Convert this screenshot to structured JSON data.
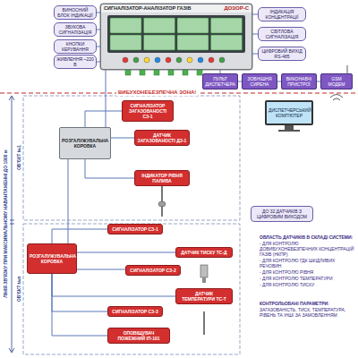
{
  "diagram": {
    "nodes": [
      {
        "text": [
          "СИГНАЛІЗАТОР-АНАЛІЗАТОР ГАЗІВ",
          "ДОЗОР-С"
        ]
      },
      {
        "text": [
          "ВИНОСНИЙ БЛОК ІНДИКАЦІЇ"
        ]
      },
      {
        "text": [
          "ЗВУКОВА СИГНАЛІЗАЦІЯ"
        ]
      },
      {
        "text": [
          "КНОПКИ КЕРУВАННЯ"
        ]
      },
      {
        "text": [
          "ЖИВЛЕННЯ ~220 В"
        ]
      },
      {
        "text": [
          "ІНДИКАЦІЯ КОНЦЕНТРАЦІЇ"
        ]
      },
      {
        "text": [
          "СВІТЛОВА СИГНАЛІЗАЦІЯ"
        ]
      },
      {
        "text": [
          "ЦИФРОВИЙ ВИХІД RS-485"
        ]
      },
      {
        "text": [
          "ПУЛЬТ ДИСПЕТЧЕРА"
        ]
      },
      {
        "text": [
          "ЗОВНІШНЯ СИРЕНА"
        ]
      },
      {
        "text": [
          "ВИКОНАВЧІ ПРИСТРОЇ"
        ]
      },
      {
        "text": [
          "GSM МОДЕМ"
        ]
      },
      {
        "text": [
          "ДИСПЕТЧЕРСЬКИЙ КОМП'ЮТЕР"
        ]
      },
      {
        "text": [
          "РОЗГАЛУЖУВАЛЬНА КОРОБКА"
        ]
      },
      {
        "text": [
          "СИГНАЛІЗАТОР ЗАГАЗОВАНОСТІ СЗ-1"
        ]
      },
      {
        "text": [
          "ДАТЧИК ЗАГАЗОВАНОСТІ ДЗ-1"
        ]
      },
      {
        "text": [
          "ІНДИКАТОР РІВНЯ ПАЛИВА"
        ]
      },
      {
        "text": [
          "РОЗГАЛУЖУВАЛЬНА КОРОБКА"
        ]
      },
      {
        "text": [
          "СИГНАЛІЗАТОР СЗ-1"
        ]
      },
      {
        "text": [
          "СИГНАЛІЗАТОР СЗ-2"
        ]
      },
      {
        "text": [
          "СИГНАЛІЗАТОР СЗ-3"
        ]
      },
      {
        "text": [
          "ДАТЧИК ТИСКУ ТС-Д"
        ]
      },
      {
        "text": [
          "ДАТЧИК ТЕМПЕРАТУРИ ТС-Т"
        ]
      },
      {
        "text": [
          "ОПОВІЩУВАЧ ПОЖЕЖНИЙ ІП-101"
        ]
      },
      {
        "text": [
          "ДО 32 ДАТЧИКІВ З ЦИФРОВИМ ВИХОДОМ"
        ]
      }
    ],
    "edges": [
      {
        "from": 1,
        "to": 0,
        "arrow": "none"
      },
      {
        "from": 2,
        "to": 0,
        "arrow": "none"
      },
      {
        "from": 3,
        "to": 0,
        "arrow": "none"
      },
      {
        "from": 4,
        "to": 0,
        "arrow": "none"
      },
      {
        "from": 5,
        "to": 0,
        "arrow": "none"
      },
      {
        "from": 6,
        "to": 0,
        "arrow": "none"
      },
      {
        "from": 7,
        "to": 0,
        "arrow": "none"
      },
      {
        "from": 0,
        "to": 8,
        "arrow": "none"
      },
      {
        "from": 8,
        "to": 9,
        "arrow": "none"
      },
      {
        "from": 9,
        "to": 10,
        "arrow": "none"
      },
      {
        "from": 10,
        "to": 11,
        "arrow": "none"
      },
      {
        "from": 0,
        "to": 13,
        "arrow": "none"
      },
      {
        "from": 13,
        "to": 14,
        "arrow": "none"
      },
      {
        "from": 13,
        "to": 15,
        "arrow": "none"
      },
      {
        "from": 13,
        "to": 16,
        "arrow": "none"
      },
      {
        "from": 13,
        "to": 17,
        "arrow": "none"
      },
      {
        "from": 17,
        "to": 18,
        "arrow": "none"
      },
      {
        "from": 17,
        "to": 19,
        "arrow": "none"
      },
      {
        "from": 17,
        "to": 20,
        "arrow": "none"
      },
      {
        "from": 17,
        "to": 21,
        "arrow": "none"
      },
      {
        "from": 17,
        "to": 22,
        "arrow": "none"
      },
      {
        "from": 17,
        "to": 23,
        "arrow": "none"
      }
    ],
    "labels": [
      "ВИБУХОНЕБЕЗПЕЧНА ЗОНА!",
      "ОБ'ЄКТ №1",
      "ОБ'ЄКТ №n",
      "ЛІНІЯ ЗВ'ЯЗКУ ПРИ МАКСИМАЛЬНОМУ НАВАНТАЖЕННІ ДО 1000 м",
      "ОБЛАСТЬ ДАТЧИКІВ В СКЛАДІ СИСТЕМИ:",
      "- ДЛЯ КОНТРОЛЮ ДОВИБУХОНЕБЕЗПЕЧНИХ КОНЦЕНТРАЦІЙ ГАЗІВ (НКПР)",
      "- ДЛЯ КОНТРОЛЮ ГДК ШКІДЛИВИХ РЕЧОВИН",
      "- ДЛЯ КОНТРОЛЮ РІВНЯ",
      "- ДЛЯ КОНТРОЛЮ ТЕМПЕРАТУРИ",
      "- ДЛЯ КОНТРОЛЮ ТИСКУ",
      "КОНТРОЛЬОВАНІ ПАРАМЕТРИ:",
      "ЗАГАЗОВАНІСТЬ, ТИСК, ТЕМПЕРАТУРА, РІВЕНЬ ТА ІНШІ ЗА ЗАМОВЛЕННЯМ"
    ]
  }
}
